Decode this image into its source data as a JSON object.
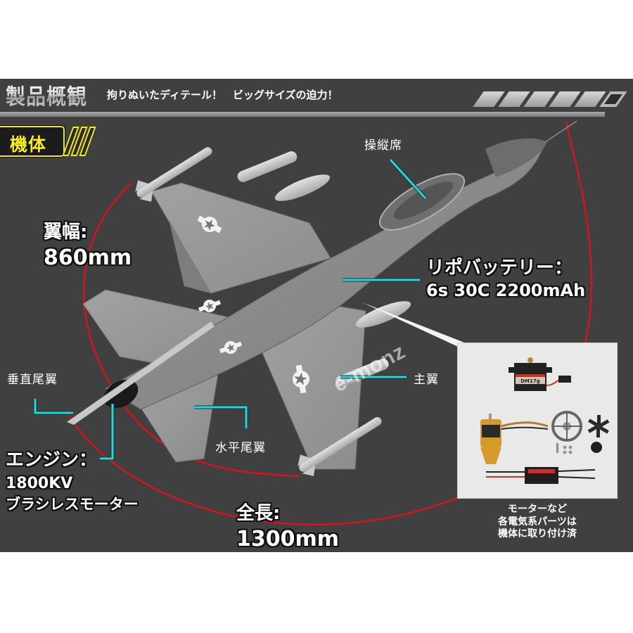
{
  "header": {
    "title": "製品概観",
    "subtitle": "拘りぬいたディテール！　ビッグサイズの迫力！"
  },
  "section": {
    "label": "機体"
  },
  "callouts": {
    "cockpit": "操縦席",
    "main_wing": "主翼",
    "vertical_tail": "垂直尾翼",
    "horizontal_tail": "水平尾翼"
  },
  "specs": {
    "wingspan": {
      "label": "翼幅:",
      "value": "860mm"
    },
    "battery": {
      "label": "リポバッテリー：",
      "value": "6s 30C 2200mAh"
    },
    "engine": {
      "label": "エンジン：",
      "value": "1800KV",
      "type": "ブラシレスモーター"
    },
    "length": {
      "label": "全長:",
      "value": "1300mm"
    }
  },
  "parts_inset": {
    "items": [
      "servo (DM17g)",
      "brushless motor",
      "EDF fan housing",
      "fan rotor",
      "spinner",
      "screws",
      "ESC"
    ],
    "servo_label": "DM17g",
    "caption_lines": [
      "モーターなど",
      "各電気系パーツは",
      "機体に取り付け済"
    ]
  },
  "watermark": "e-monz",
  "colors": {
    "panel_bg": "#404040",
    "badge_yellow": "#f5ea2a",
    "leader_cyan": "#2ed3d6",
    "dimension_red": "#d0161c",
    "plane_gray": "#8e8e8e"
  }
}
